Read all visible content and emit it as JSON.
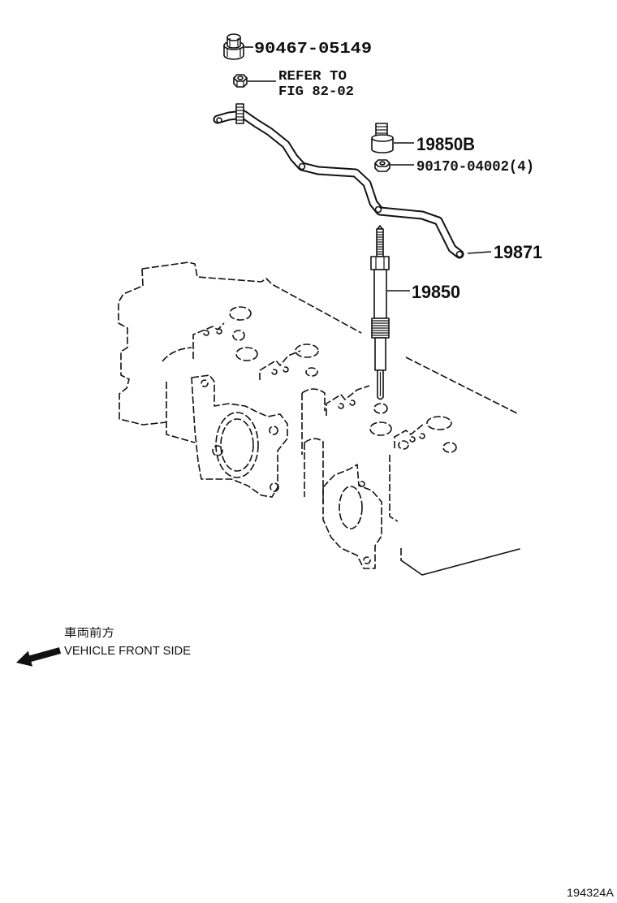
{
  "callouts": {
    "bolt": "90467-05149",
    "refer_line1": "REFER TO",
    "refer_line2": "FIG 82-02",
    "terminal_nut": "19850B",
    "nut": "90170-04002(4)",
    "connector": "19871",
    "glow_plug": "19850"
  },
  "direction": {
    "label_jp": "車両前方",
    "label_en": "VEHICLE FRONT SIDE",
    "icon": "arrow-left-down-icon"
  },
  "figure_id": "194324A",
  "colors": {
    "ink": "#111111",
    "background": "#ffffff"
  }
}
